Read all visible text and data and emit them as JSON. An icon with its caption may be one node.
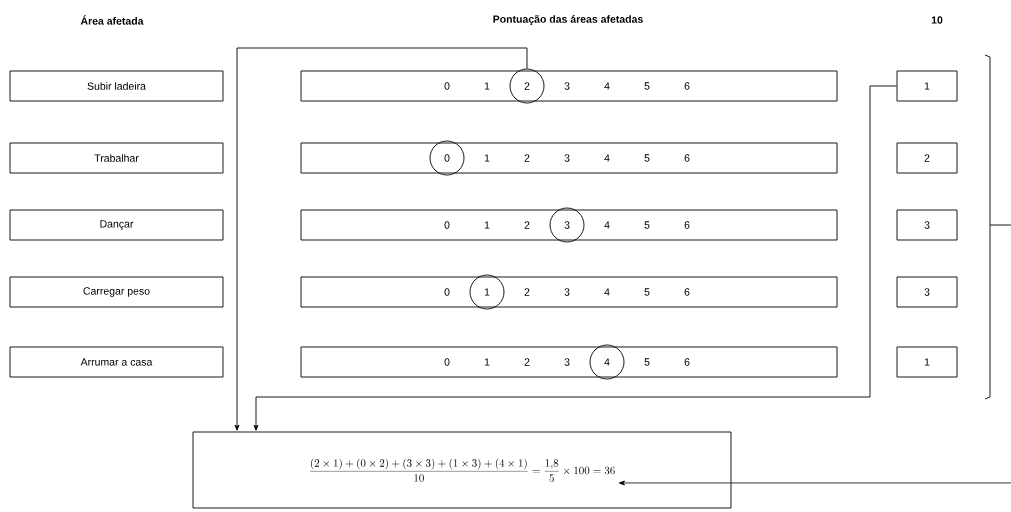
{
  "diagram": {
    "nodes": [
      {
        "text": [
          "Subir ladeira"
        ]
      },
      {
        "text": [
          "0",
          "1",
          "3",
          "4",
          "5",
          "6"
        ]
      },
      {
        "text": [
          "2"
        ],
        "in": 1
      },
      {
        "text": [
          "1"
        ]
      },
      {
        "text": [
          "Trabalhar"
        ]
      },
      {
        "text": [
          "1",
          "2",
          "3",
          "4",
          "5",
          "6"
        ]
      },
      {
        "text": [
          "0"
        ],
        "in": 5
      },
      {
        "text": [
          "2"
        ]
      },
      {
        "text": [
          "Dançar"
        ]
      },
      {
        "text": [
          "0",
          "1",
          "2",
          "4",
          "5",
          "6"
        ]
      },
      {
        "text": [
          "3"
        ],
        "in": 9
      },
      {
        "text": [
          "3"
        ]
      },
      {
        "text": [
          "Carregar peso"
        ]
      },
      {
        "text": [
          "0",
          "2",
          "3",
          "4",
          "5",
          "6"
        ]
      },
      {
        "text": [
          "1"
        ],
        "in": 13
      },
      {
        "text": [
          "3"
        ]
      },
      {
        "text": [
          "Arrumar a casa"
        ]
      },
      {
        "text": [
          "0",
          "1",
          "2",
          "3",
          "5",
          "6"
        ]
      },
      {
        "text": [
          "4"
        ],
        "in": 17
      },
      {
        "text": [
          "1"
        ]
      },
      {
        "text": [
          "\\frac{(2\\times1) + (0\\times2) + (3\\times3) + (1\\times3) + (4\\times1)}{10} = \\frac{1{,}8}{5} \\times 100 = 36"
        ]
      }
    ],
    "edges": [
      {
        "from": 2,
        "to": 20,
        "arrow": "to"
      },
      {
        "from": 3,
        "to": 20,
        "arrow": "to"
      },
      {
        "from": null,
        "to": 20,
        "arrow": "to"
      }
    ],
    "labels": [
      "Área afetada",
      "Pontuação das áreas afetadas",
      "10"
    ]
  }
}
